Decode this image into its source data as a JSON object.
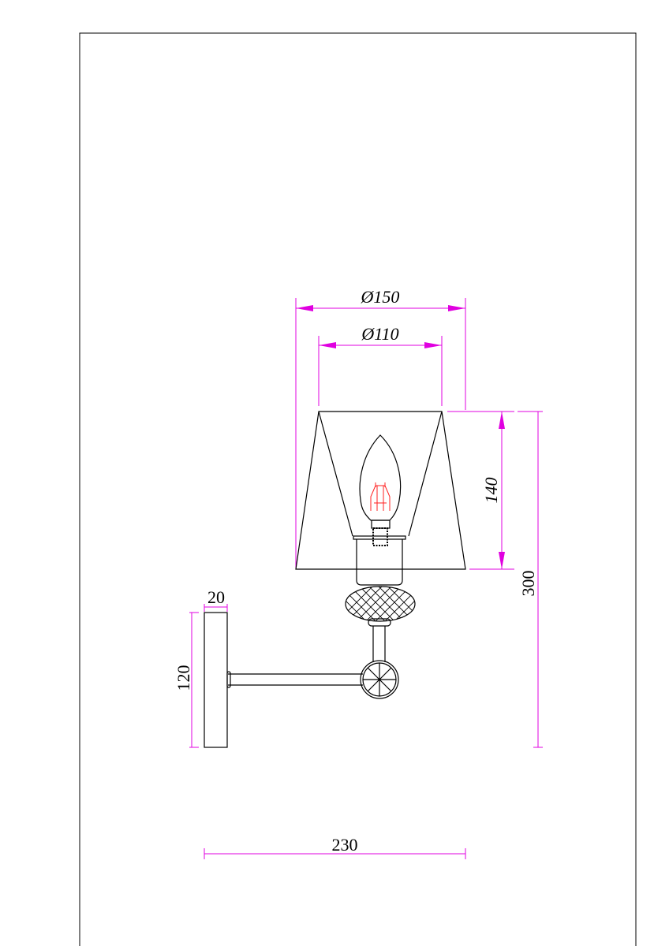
{
  "drawing": {
    "accent_color": "#e000e0",
    "dimensions": {
      "shade_outer_diameter": "Ø150",
      "shade_inner_diameter": "Ø110",
      "shade_height": "140",
      "total_height": "300",
      "backplate_width": "20",
      "backplate_height": "120",
      "total_depth": "230"
    }
  }
}
